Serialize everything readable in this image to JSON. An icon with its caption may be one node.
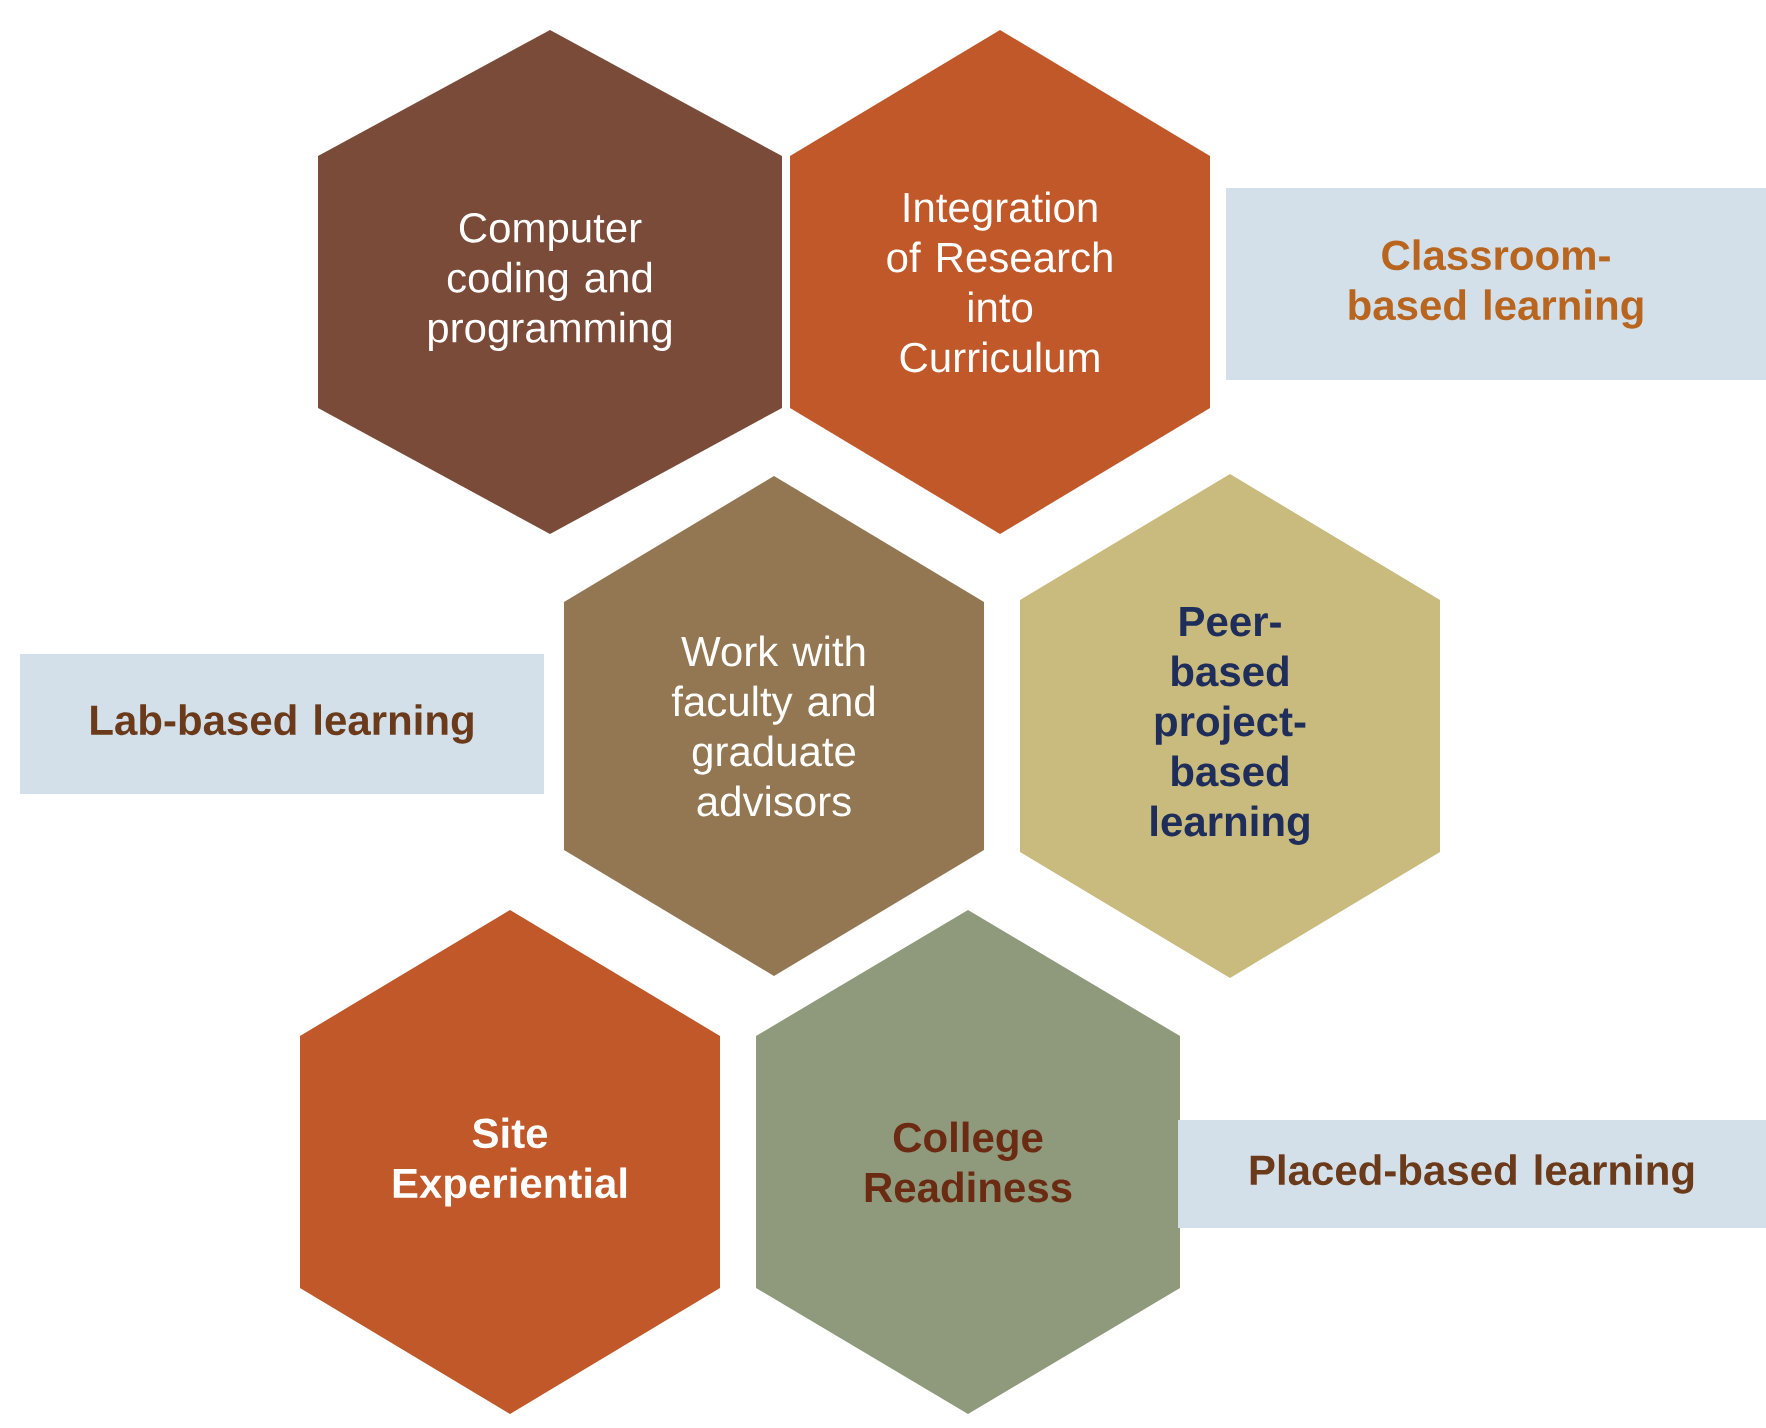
{
  "diagram": {
    "nodes": [
      {
        "text": [
          "Computer coding and programming"
        ]
      },
      {
        "text": [
          "Integration of Research into Curriculum"
        ]
      },
      {
        "text": [
          "Classroom-based learning"
        ]
      },
      {
        "text": [
          "Lab-based learning"
        ]
      },
      {
        "text": [
          "Work with faculty and graduate advisors"
        ]
      },
      {
        "text": [
          "Peer-based project-based learning"
        ]
      },
      {
        "text": [
          "Site Experiential"
        ]
      },
      {
        "text": [
          "College Readiness"
        ]
      },
      {
        "text": [
          "Placed-based learning"
        ]
      }
    ]
  }
}
